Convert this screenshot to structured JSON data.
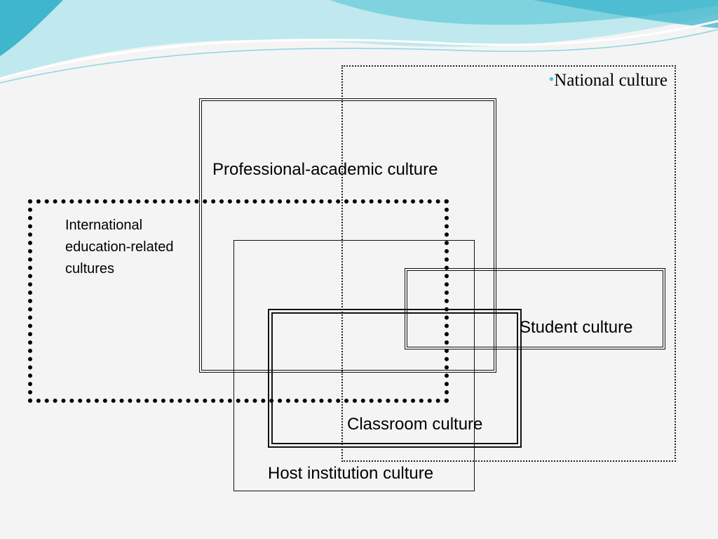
{
  "theme": {
    "background": "#f4f4f4",
    "wave_light": "#bfe9ee",
    "wave_mid": "#7fd3de",
    "wave_deep": "#3fb6cc",
    "bullet_color": "#3cc6d4"
  },
  "diagram": {
    "national_culture": {
      "bullet": "•",
      "label": "National culture"
    },
    "professional_academic_culture": {
      "label": "Professional-academic culture"
    },
    "international_education_cultures": {
      "lines": [
        "International",
        "education-related",
        "cultures"
      ]
    },
    "student_culture": {
      "label": "Student culture"
    },
    "classroom_culture": {
      "label": "Classroom culture"
    },
    "host_institution_culture": {
      "label": "Host institution culture"
    }
  }
}
